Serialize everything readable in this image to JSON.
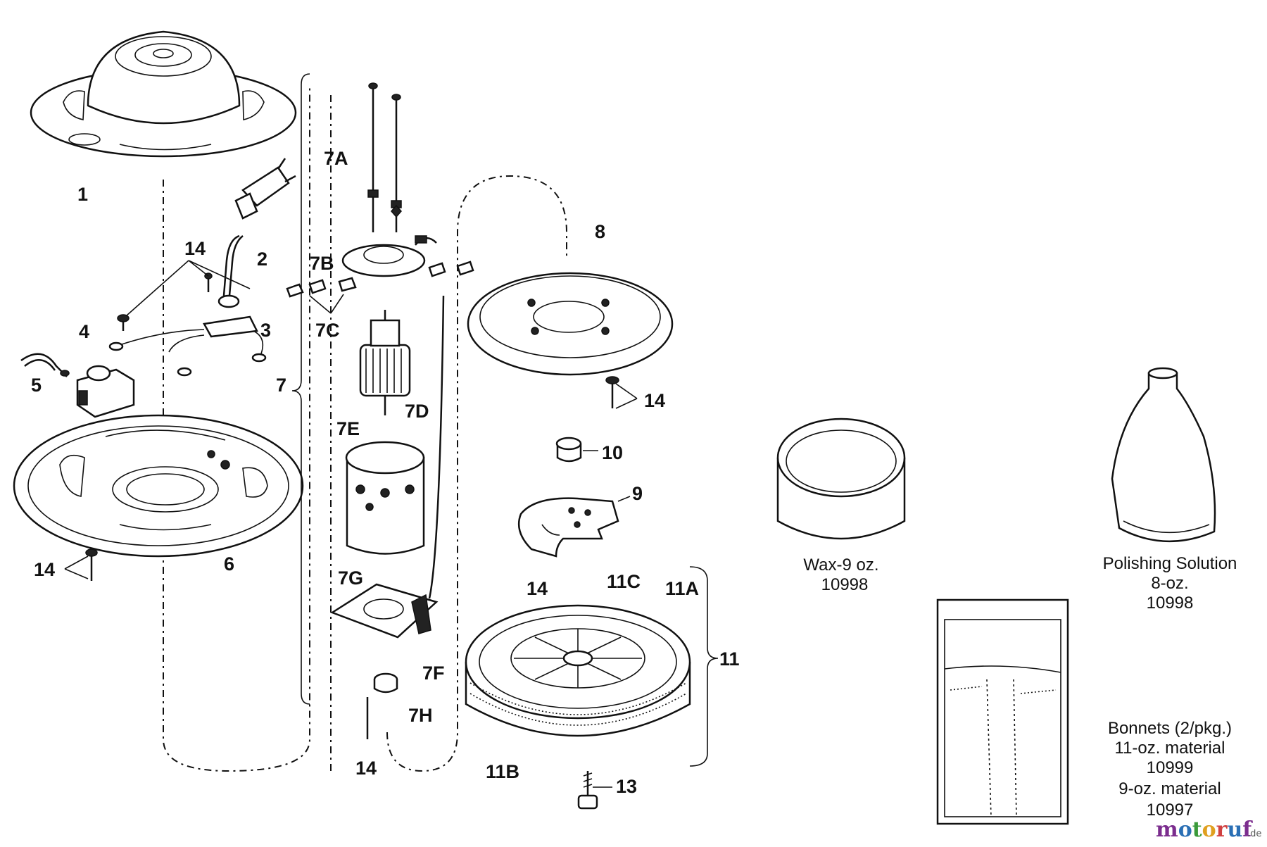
{
  "callouts": {
    "c1": "1",
    "c2": "2",
    "c3": "3",
    "c4": "4",
    "c5": "5",
    "c6": "6",
    "c7": "7",
    "c7a": "7A",
    "c7b": "7B",
    "c7c": "7C",
    "c7d": "7D",
    "c7e": "7E",
    "c7f": "7F",
    "c7g": "7G",
    "c7h": "7H",
    "c8": "8",
    "c9": "9",
    "c10": "10",
    "c11": "11",
    "c11a": "11A",
    "c11b": "11B",
    "c11c": "11C",
    "c13": "13",
    "c14": "14"
  },
  "accessories": {
    "wax": {
      "line1": "Wax-9 oz.",
      "line2": "10998"
    },
    "polish": {
      "line1": "Polishing Solution",
      "line2": "8-oz.",
      "line3": "10998"
    },
    "bonnets": {
      "line1": "Bonnets (2/pkg.)",
      "line2": "11-oz. material",
      "line3": "10999",
      "line4": "9-oz. material",
      "line5": "10997"
    }
  },
  "watermark": {
    "brand": "motoruf",
    "suffix": ".de"
  }
}
